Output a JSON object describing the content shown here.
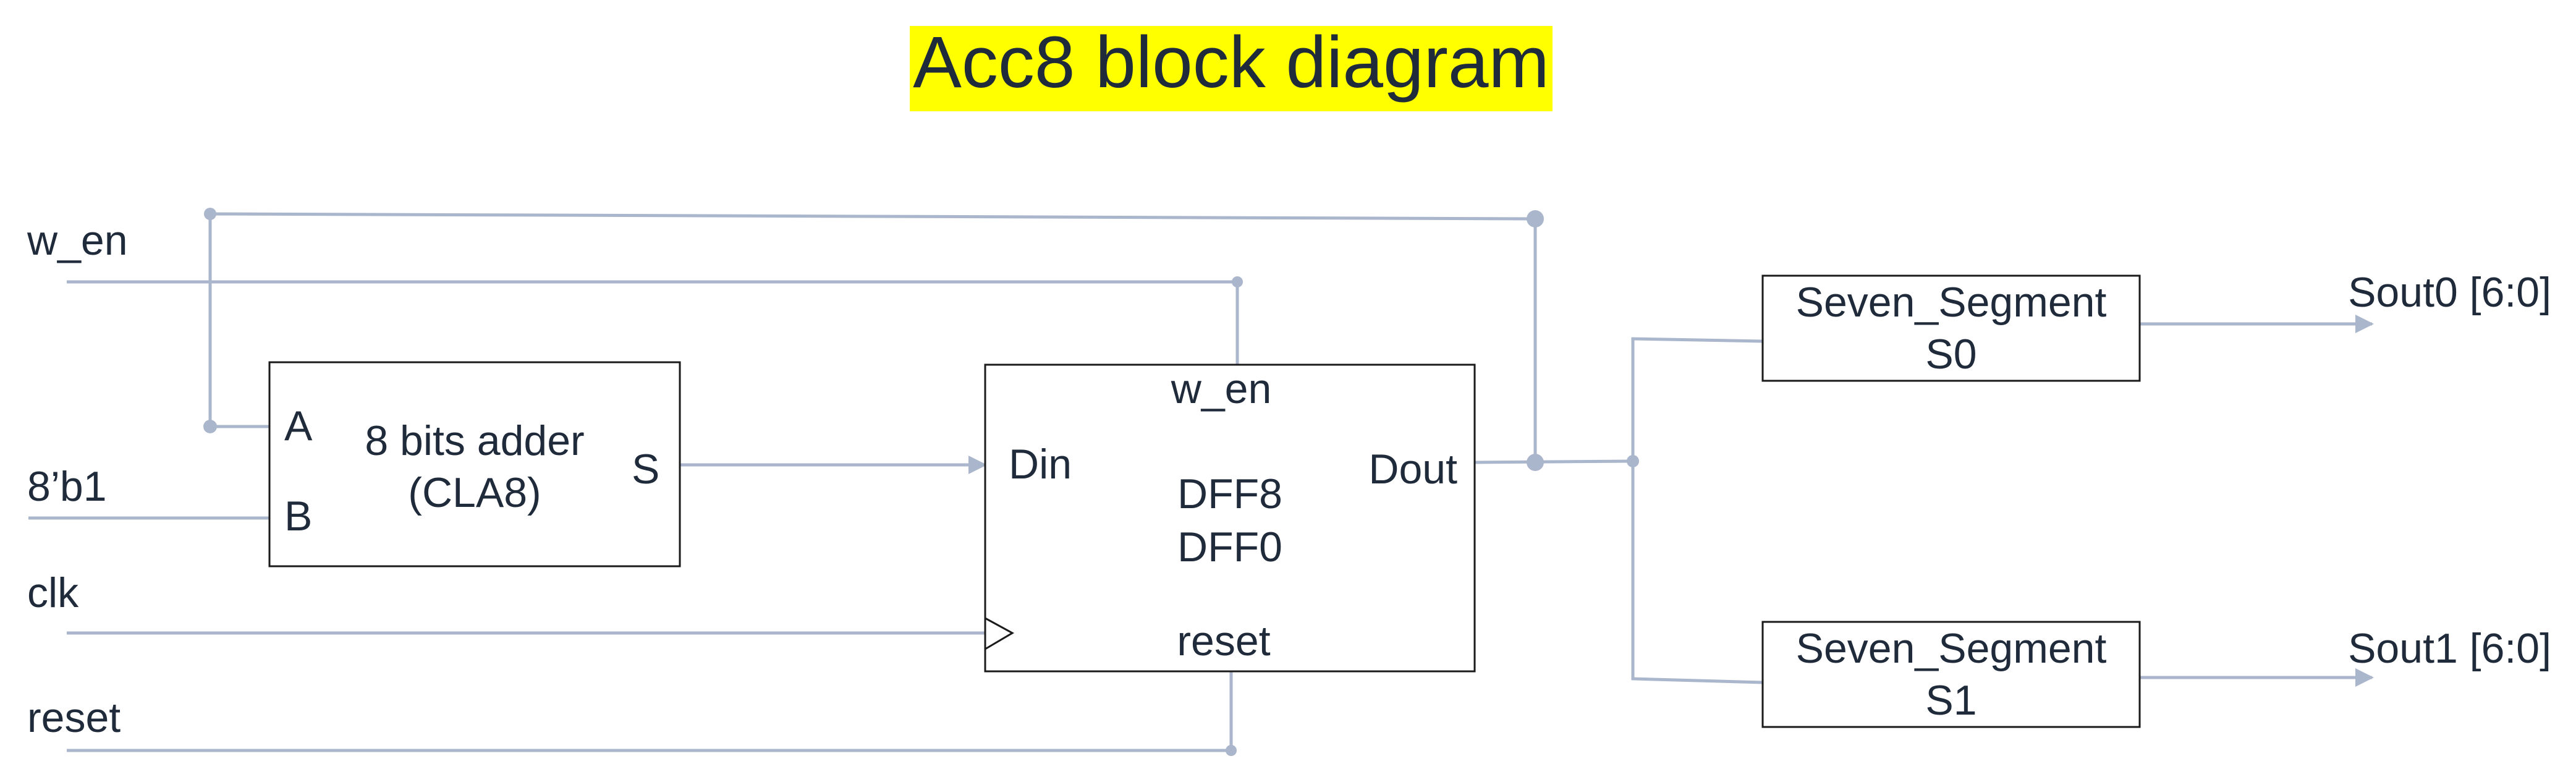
{
  "title": "Acc8 block diagram",
  "inputs": {
    "w_en": "w_en",
    "b1": "8’b1",
    "clk": "clk",
    "reset": "reset"
  },
  "adder": {
    "name_line1": "8 bits adder",
    "name_line2": "(CLA8)",
    "port_a": "A",
    "port_b": "B",
    "port_s": "S"
  },
  "register": {
    "port_w_en": "w_en",
    "port_din": "Din",
    "port_dout": "Dout",
    "name_line1": "DFF8",
    "name_line2": "DFF0",
    "port_reset": "reset"
  },
  "seg0": {
    "line1": "Seven_Segment",
    "line2": "S0"
  },
  "seg1": {
    "line1": "Seven_Segment",
    "line2": "S1"
  },
  "outputs": {
    "sout0": "Sout0 [6:0]",
    "sout1": "Sout1 [6:0]"
  },
  "colors": {
    "title_highlight": "#ffff00",
    "wire": "#aab6cb",
    "text": "#1f2a3a"
  }
}
